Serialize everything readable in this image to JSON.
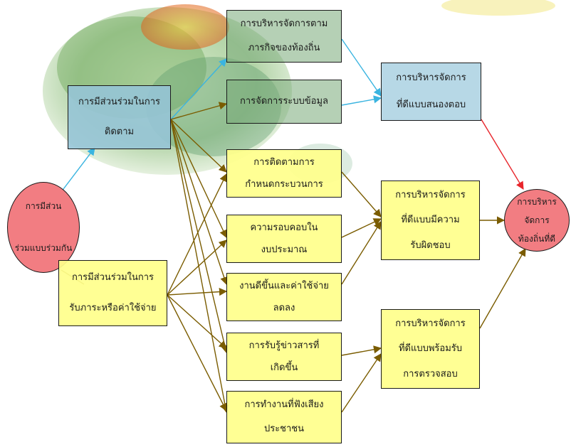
{
  "colors": {
    "blue_box": "#add3e2",
    "yellow_box": "#ffff8c",
    "circle": "#f27d82",
    "edge_blue": "#3ab4e0",
    "edge_olive": "#7a5c00",
    "edge_red": "#e8262c"
  },
  "nodes": {
    "participation": {
      "lines": [
        "การมีส่วน",
        "ร่วมแบบร่วมกัน"
      ]
    },
    "participation_monitoring": {
      "lines": [
        "การมีส่วนร่วมในการ",
        "ติดตาม"
      ]
    },
    "participation_cost": {
      "lines": [
        "การมีส่วนร่วมในการ",
        "รับภาระหรือค่าใช้จ่าย"
      ]
    },
    "mission_management": {
      "lines": [
        "การบริหารจัดการตาม",
        "ภารกิจของท้องถิ่น"
      ]
    },
    "data_system": {
      "lines": [
        "การจัดการระบบข้อมูล"
      ]
    },
    "process_monitoring": {
      "lines": [
        "การติดตามการ",
        "กำหนดกระบวนการ"
      ]
    },
    "budget_care": {
      "lines": [
        "ความรอบคอบใน",
        "งบประมาณ"
      ]
    },
    "better_work": {
      "lines": [
        "งานดีขึ้นและค่าใช้จ่าย",
        "ลดลง"
      ]
    },
    "information": {
      "lines": [
        "การรับรู้ข่าวสารที่",
        "เกิดขึ้น"
      ]
    },
    "listening": {
      "lines": [
        "การทำงานที่ฟังเสียง",
        "ประชาชน"
      ]
    },
    "responsive": {
      "lines": [
        "การบริหารจัดการ",
        "ที่ดีแบบสนองตอบ"
      ]
    },
    "accountable": {
      "lines": [
        "การบริหารจัดการ",
        "ที่ดีแบบมีความ",
        "รับผิดชอบ"
      ]
    },
    "auditable": {
      "lines": [
        "การบริหารจัดการ",
        "ที่ดีแบบพร้อมรับ",
        "การตรวจสอบ"
      ]
    },
    "good_local_governance": {
      "lines": [
        "การบริหาร",
        "จัดการ",
        "ท้องถิ่นที่ดี"
      ]
    }
  }
}
